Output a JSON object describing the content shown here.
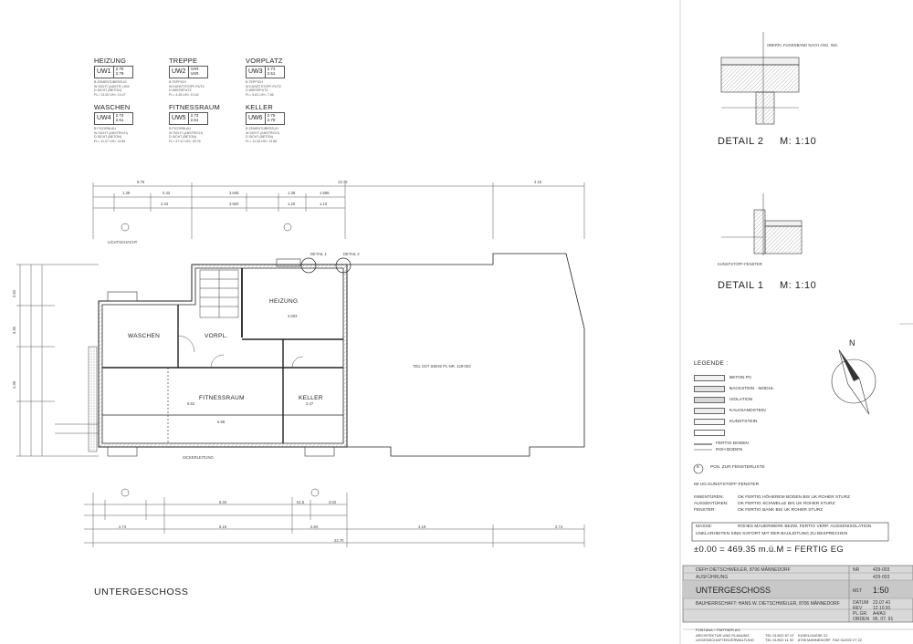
{
  "room_types": [
    {
      "name": "HEIZUNG",
      "code": "UW1",
      "v1": "2.75",
      "v2": "2.79",
      "lines": [
        "B  ZEMENTÜBERZUG",
        "W  SICHT (ANSTR.) DW",
        "D  SICHT (BETON)",
        "FL= 13.02    UH= 14.47"
      ]
    },
    {
      "name": "TREPPE",
      "code": "UW2",
      "v1": "VAR.",
      "v2": "VAR.",
      "lines": [
        "B  TEPPICH",
        "W  KUNSTSTOFF-PUTZ",
        "D  WEISSPUTZ",
        "FL= 4.45    UH= 10.44"
      ]
    },
    {
      "name": "VORPLATZ",
      "code": "UW3",
      "v1": "2.73",
      "v2": "2.51",
      "lines": [
        "B  TEPPICH",
        "W  KUNSTSTOFF-PUTZ",
        "D  WEISSPUTZ",
        "FL= 5.61    UH= 7.56"
      ]
    },
    {
      "name": "WASCHEN",
      "code": "UW4",
      "v1": "2.73",
      "v2": "2.51",
      "lines": [
        "B  FICORBLAU",
        "W  SICHT (ANSTRICH)",
        "D  SICHT (BETON)",
        "FL= 11.47    UH= 14.65"
      ]
    },
    {
      "name": "FITNESSRAUM",
      "code": "UW5",
      "v1": "2.73",
      "v2": "2.51",
      "lines": [
        "B  FICORBLAU",
        "W  SICHT (ANSTRICH)",
        "D  SICHT (BETON)",
        "FL= 37.41    UH= 25.76"
      ]
    },
    {
      "name": "KELLER",
      "code": "UW6",
      "v1": "2.75",
      "v2": "2.79",
      "lines": [
        "B  ZEMENTÜBERZUG",
        "W  SICHT (ANSTRICH)",
        "D  SICHT (BETON)",
        "FL= 11.26    UH= 13.86"
      ]
    }
  ],
  "plan": {
    "rooms": {
      "waschen": "WASCHEN",
      "vorpl": "VORPL.",
      "heizung": "HEIZUNG",
      "fitness": "FITNESSRAUM",
      "keller": "KELLER"
    },
    "teil_ost": "TEIL OST SIEHE PL-NR. 429-003",
    "detail1_mark": "DETAIL 1",
    "detail2_mark": "DETAIL 2",
    "dims_top": [
      "9.75",
      "13.76",
      "4.15"
    ],
    "dims_top2": [
      "1.39",
      "2.42",
      "3.645",
      "1.38",
      "1.665"
    ],
    "dims_top3": [
      "2.34",
      "3.920",
      "1.20",
      "1.10"
    ],
    "dims_bottom": [
      "6.34",
      "51.5",
      "3.02"
    ],
    "dims_bottom2": [
      "2.74",
      "6.16",
      "4.84",
      "4.18",
      "2.74"
    ],
    "dims_total": "22.70",
    "dims_left": [
      "2.50",
      "3.36",
      "4.39"
    ],
    "inner_dims": [
      "4.003",
      "6.62",
      "5.68",
      "2.47"
    ],
    "lichtschacht": "LICHTSCHACHT",
    "sickerleitung": "SICKERLEITUNG",
    "floor_title": "UNTERGESCHOSS"
  },
  "details": [
    {
      "title": "DETAIL 2",
      "scale": "M: 1:10",
      "note": "OBERFL.FUGENBAND NACH ANG. ING."
    },
    {
      "title": "DETAIL 1",
      "scale": "M: 1:10",
      "note": "KUNSTSTOFF-FENSTER"
    }
  ],
  "north": "N",
  "legend": {
    "title": "LEGENDE :",
    "items": [
      {
        "label": "BETON PC",
        "fill": "#f2f2f2"
      },
      {
        "label": "BACKSTEIN  ·  MODUL",
        "fill": "#e2e2e2"
      },
      {
        "label": "ISOLATION",
        "fill": "#d7d7d7"
      },
      {
        "label": "KALKSANDSTEIN",
        "fill": "#ececec"
      },
      {
        "label": "KUNSTSTEIN",
        "fill": "#f7f7f7"
      },
      {
        "label": "",
        "fill": "#ffffff"
      }
    ],
    "fertig_boden": "FERTIG BODEN",
    "roh_boden": "ROH BODEN",
    "pos_marker": "6",
    "pos_label": "POS. ZUR FENSTERLISTE",
    "kunststoff": "IM UG KUNSTSTOFF-FENSTER",
    "innen_label": "INNENTÜREN:",
    "innen_value": "OK FERTIG HÖHEREM BODEN BIS UK ROHER STURZ",
    "aussen_label": "AUSSENTÜREN:",
    "aussen_value": "OK FERTIG SCHWELLE BIS UK ROHER STURZ",
    "fenster_label": "FENSTER:",
    "fenster_value": "OK FERTIG BANK BIS UK ROHER STURZ",
    "masse_label": "MASSE:",
    "masse_value_1": "ROHES MAUERWERK BEZW. FERTIG VERP. AUSSENISOLATION",
    "masse_value_2": "UNKLARHEITEN SIND SOFORT MIT DER BAULEITUNG ZU BESPRECHEN",
    "elevation": "±0.00  =  469.35  m.ü.M  =   FERTIG EG"
  },
  "title_block": {
    "row1_left": "DEFH DIETSCHWEILER, 8706 MÄNNEDORF",
    "row1_right_label": "NR",
    "row1_right_value": "429-003",
    "row2_left": "AUSFÜHRUNG",
    "row2_right_value": "429-003",
    "title": "UNTERGESCHOSS",
    "scale_label": "M1T",
    "scale_value": "1:50",
    "bauherr": "BAUHERRSCHAFT:   HANS W. DIETSCHWEILER, 8706 MÄNNEDORF",
    "datum_label": "DATUM",
    "datum_value": "23.07.41",
    "rev_label": "REV",
    "rev_value": "12.10.91",
    "plan_label": "PL.GR.",
    "plan_value": "A4/A3",
    "orden_label": "ORDEN",
    "orden_value": "05. 07. 91",
    "firm": "FONTANA + PARTNER AG",
    "firm_line2": "ARCHITEKTUR UND PLANUNG",
    "firm_line3": "LIEGENSCHAFTENVERWALTUNG",
    "tel1": "TEL 01/922 87 07",
    "tel2": "TEL 01/922 11 92",
    "addr1": "KÜSELGASSE 22",
    "addr2": "8708 MÄNNEDORF",
    "fax": "FAX 01/922 27 22"
  }
}
